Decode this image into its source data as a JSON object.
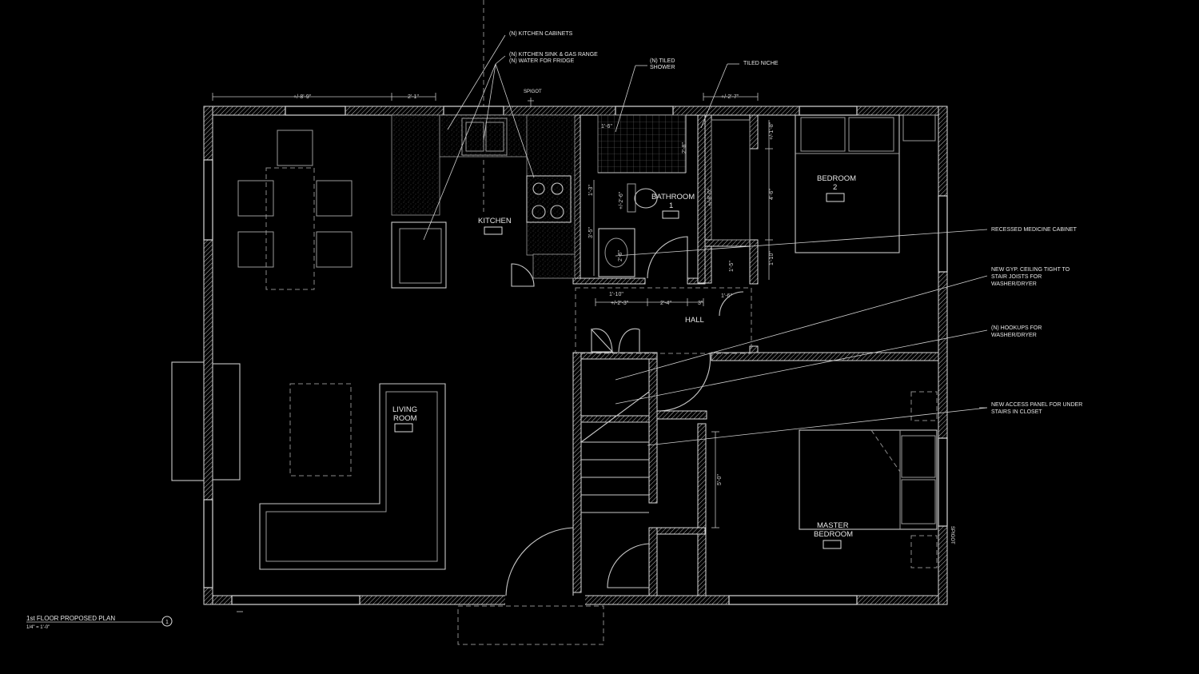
{
  "rooms": {
    "kitchen": "KITCHEN",
    "bathroom_1": "BATHROOM",
    "bathroom_1_num": "1",
    "bedroom_2": "BEDROOM",
    "bedroom_2_num": "2",
    "hall": "HALL",
    "living_1": "LIVING",
    "living_2": "ROOM",
    "master_1": "MASTER",
    "master_2": "BEDROOM"
  },
  "notes": {
    "kitchen_cabinets": "(N) KITCHEN CABINETS",
    "sink_range": "(N) KITCHEN SINK & GAS RANGE",
    "water_fridge": "(N) WATER FOR FRIDGE",
    "tiled_1": "(N) TILED",
    "tiled_2": "SHOWER",
    "tiled_niche": "TILED NICHE",
    "spigot_top": "SPIGOT",
    "spigot_right": "SPIGOT",
    "medicine_cabinet": "RECESSED MEDICINE CABINET",
    "gyp_1": "NEW GYP. CEILING TIGHT TO",
    "gyp_2": "STAIR JOISTS FOR",
    "gyp_3": "WASHER/DRYER",
    "hookups_1": "(N) HOOKUPS FOR",
    "hookups_2": "WASHER/DRYER",
    "access_1": "NEW ACCESS PANEL FOR UNDER",
    "access_2": "STAIRS IN CLOSET"
  },
  "dimensions": {
    "top_left": "+/-8'-9\"",
    "top_mid": "2'-1\"",
    "top_right": "+/-2'-7\"",
    "shower_w": "1'-6\"",
    "shower_h": "2'-8\"",
    "wc_a": "1'-3\"",
    "wc_b": "+/-2'-6\"",
    "vanity_a": "3'-5\"",
    "vanity_b": "2'-6\"",
    "bath_b1": "1'-10\"",
    "bath_b2": "+/-2'-3\"",
    "bath_b3": "2'-4\"",
    "bath_b4": "3\"",
    "hall_door": "1'-6\"",
    "closet_h1": "+/-8'-0\"",
    "closet_h2": "1'-5\"",
    "bed2_a": "+/-1'-8\"",
    "bed2_b": "4'-6\"",
    "bed2_c": "1'-10\"",
    "stair_closet": "5'-0\""
  },
  "title_block": {
    "title": "1st FLOOR PROPOSED PLAN",
    "scale": "1/4\" = 1'-0\"",
    "number": "1"
  },
  "colors": {
    "background": "#000000",
    "linework": "#d9d9d9",
    "secondary": "#9a9a9a"
  }
}
